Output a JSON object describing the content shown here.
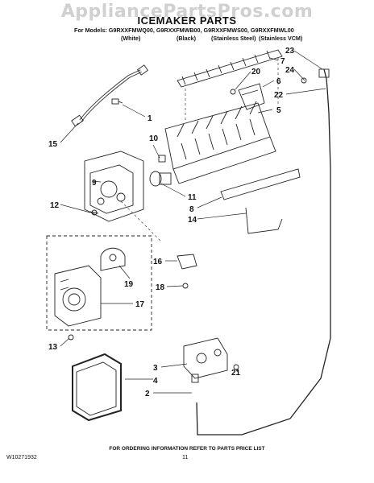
{
  "watermark": "AppliancePartsPros.com",
  "title": "ICEMAKER PARTS",
  "models_line": "For Models: G9RXXFMWQ00, G9RXXFMWB00, G9RXXFMWS00, G9RXXFMWL00",
  "variants": [
    "(White)",
    "(Black)",
    "(Stainless Steel)",
    "(Stainless VCM)"
  ],
  "callouts": [
    "1",
    "2",
    "3",
    "4",
    "5",
    "6",
    "7",
    "8",
    "9",
    "10",
    "11",
    "12",
    "13",
    "14",
    "15",
    "16",
    "17",
    "18",
    "19",
    "20",
    "21",
    "22",
    "23",
    "24"
  ],
  "footer": {
    "order_note": "FOR ORDERING INFORMATION REFER TO PARTS PRICE LIST",
    "doc_number": "W10271932",
    "page_number": "11"
  }
}
